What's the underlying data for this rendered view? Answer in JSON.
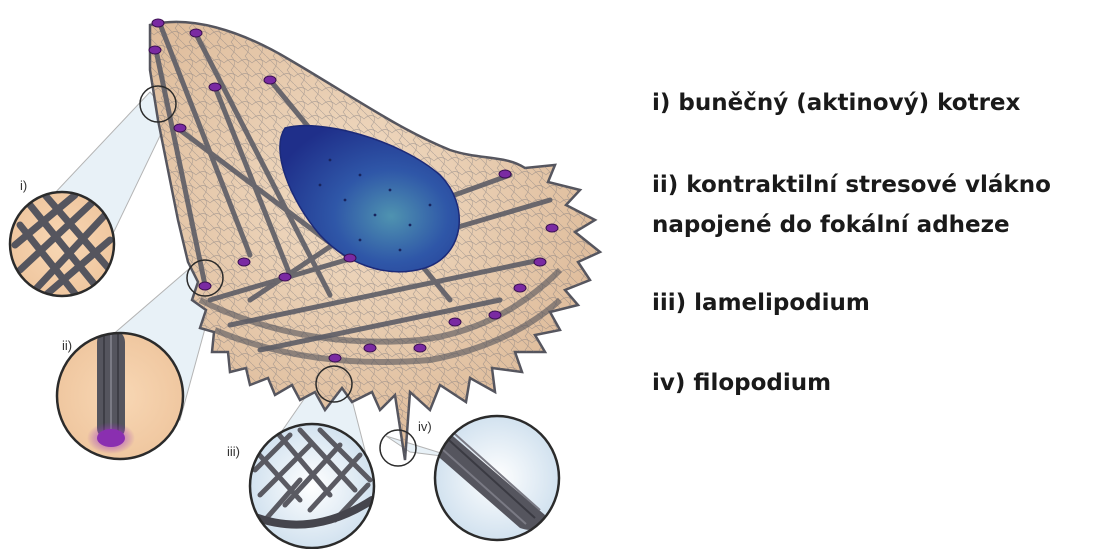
{
  "legend": {
    "item_1": "i) buněčný (aktinový) kotrex",
    "item_2_line1": "ii) kontraktilní stresové vlákno",
    "item_2_line2": "napojené do fokální adheze",
    "item_3": "iii) lamelipodium",
    "item_4": "iv) filopodium"
  },
  "callouts": {
    "i": "i)",
    "ii": "ii)",
    "iii": "iii)",
    "iv": "iv)"
  },
  "colors": {
    "cell_fill": "#e8c9a6",
    "actin": "#5d5d66",
    "nucleus": "#2a3e9c",
    "adhesion": "#8a2fb0",
    "lens_ring": "#2b2b2b"
  },
  "icons": {
    "nucleus": "nucleus-icon",
    "adhesion": "focal-adhesion-dot"
  }
}
